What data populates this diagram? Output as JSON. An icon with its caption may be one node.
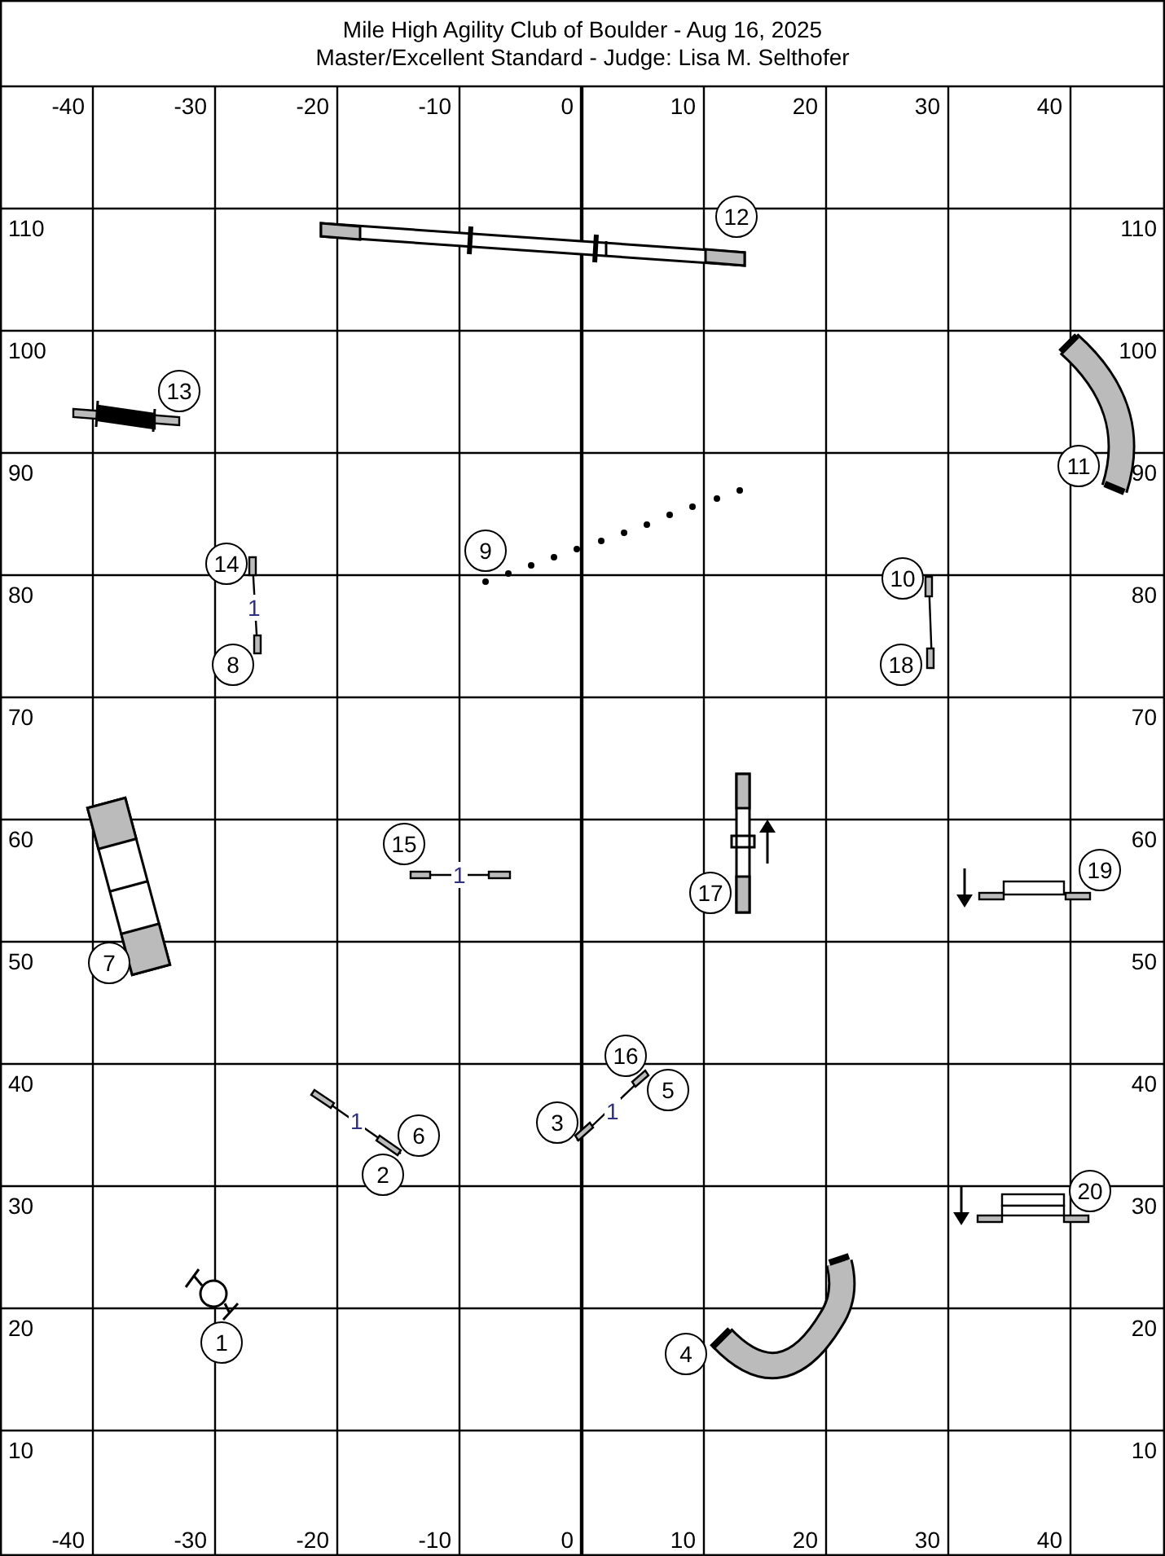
{
  "diagram": {
    "title": "Mile High Agility Club of Boulder - Aug 16, 2025",
    "nodes": [
      {
        "text": [
          "12"
        ]
      },
      {
        "text": [
          "13"
        ]
      },
      {
        "text": [
          "11"
        ]
      },
      {
        "text": [
          "9"
        ]
      },
      {
        "text": [
          "14"
        ]
      },
      {
        "text": [
          "10"
        ]
      },
      {
        "text": [
          "8"
        ]
      },
      {
        "text": [
          "18"
        ]
      },
      {
        "text": [
          "15"
        ]
      },
      {
        "text": [
          "19"
        ]
      },
      {
        "text": [
          "17"
        ]
      },
      {
        "text": [
          "7"
        ]
      },
      {
        "text": [
          "16"
        ]
      },
      {
        "text": [
          "5"
        ]
      },
      {
        "text": [
          "3"
        ]
      },
      {
        "text": [
          "6"
        ]
      },
      {
        "text": [
          "20"
        ]
      },
      {
        "text": [
          "2"
        ]
      },
      {
        "text": [
          "1"
        ]
      },
      {
        "text": [
          "4"
        ]
      }
    ],
    "labels": [
      "Master/Excellent Standard - Judge: Lisa M. Selthofer",
      "-40",
      "-30",
      "-20",
      "-10",
      "0",
      "10",
      "20",
      "30",
      "40",
      "110",
      "110",
      "100",
      "100",
      "90",
      "90",
      "80",
      "80",
      "70",
      "70",
      "60",
      "60",
      "50",
      "50",
      "40",
      "40",
      "30",
      "30",
      "20",
      "20",
      "10",
      "10",
      "1",
      "1",
      "1",
      "1",
      "-40",
      "-30",
      "-20",
      "-10",
      "0",
      "10",
      "20",
      "30",
      "40"
    ]
  }
}
